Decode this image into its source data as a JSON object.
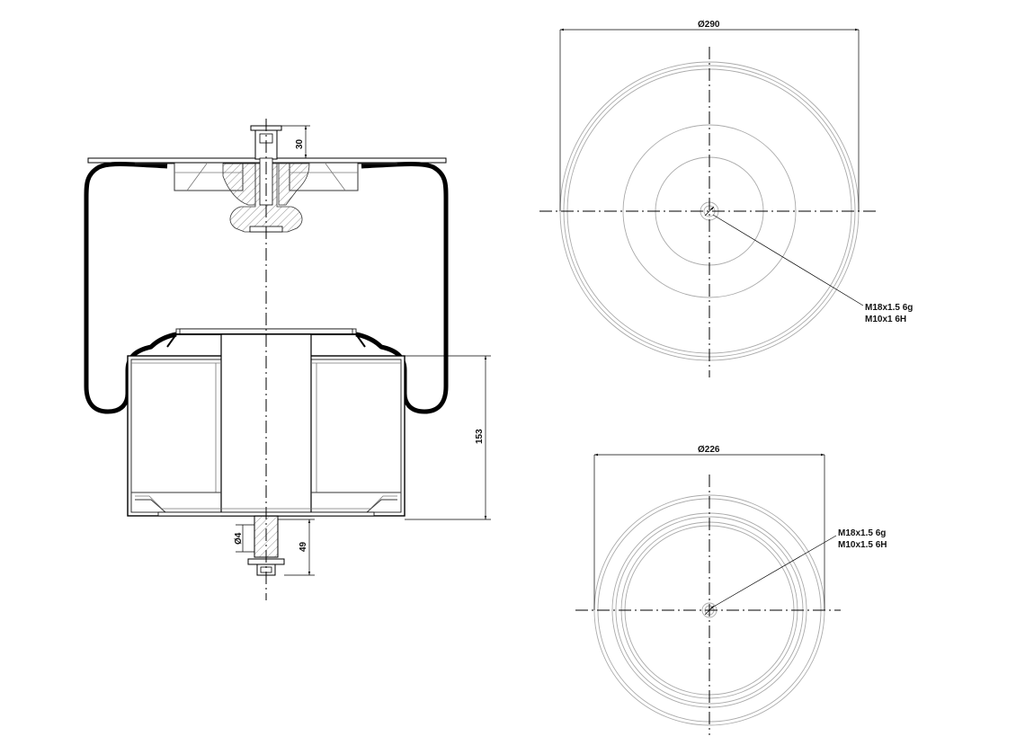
{
  "side_view": {
    "dim_top_stud": "30",
    "dim_height": "153",
    "dim_pin_dia": "Ø4",
    "dim_bottom_stud": "49"
  },
  "top_view": {
    "dim_diameter": "Ø290",
    "thread_line1": "M18x1.5 6g",
    "thread_line2": "M10x1 6H"
  },
  "bottom_view": {
    "dim_diameter": "Ø226",
    "thread_line1": "M18x1.5 6g",
    "thread_line2": "M10x1.5 6H"
  }
}
